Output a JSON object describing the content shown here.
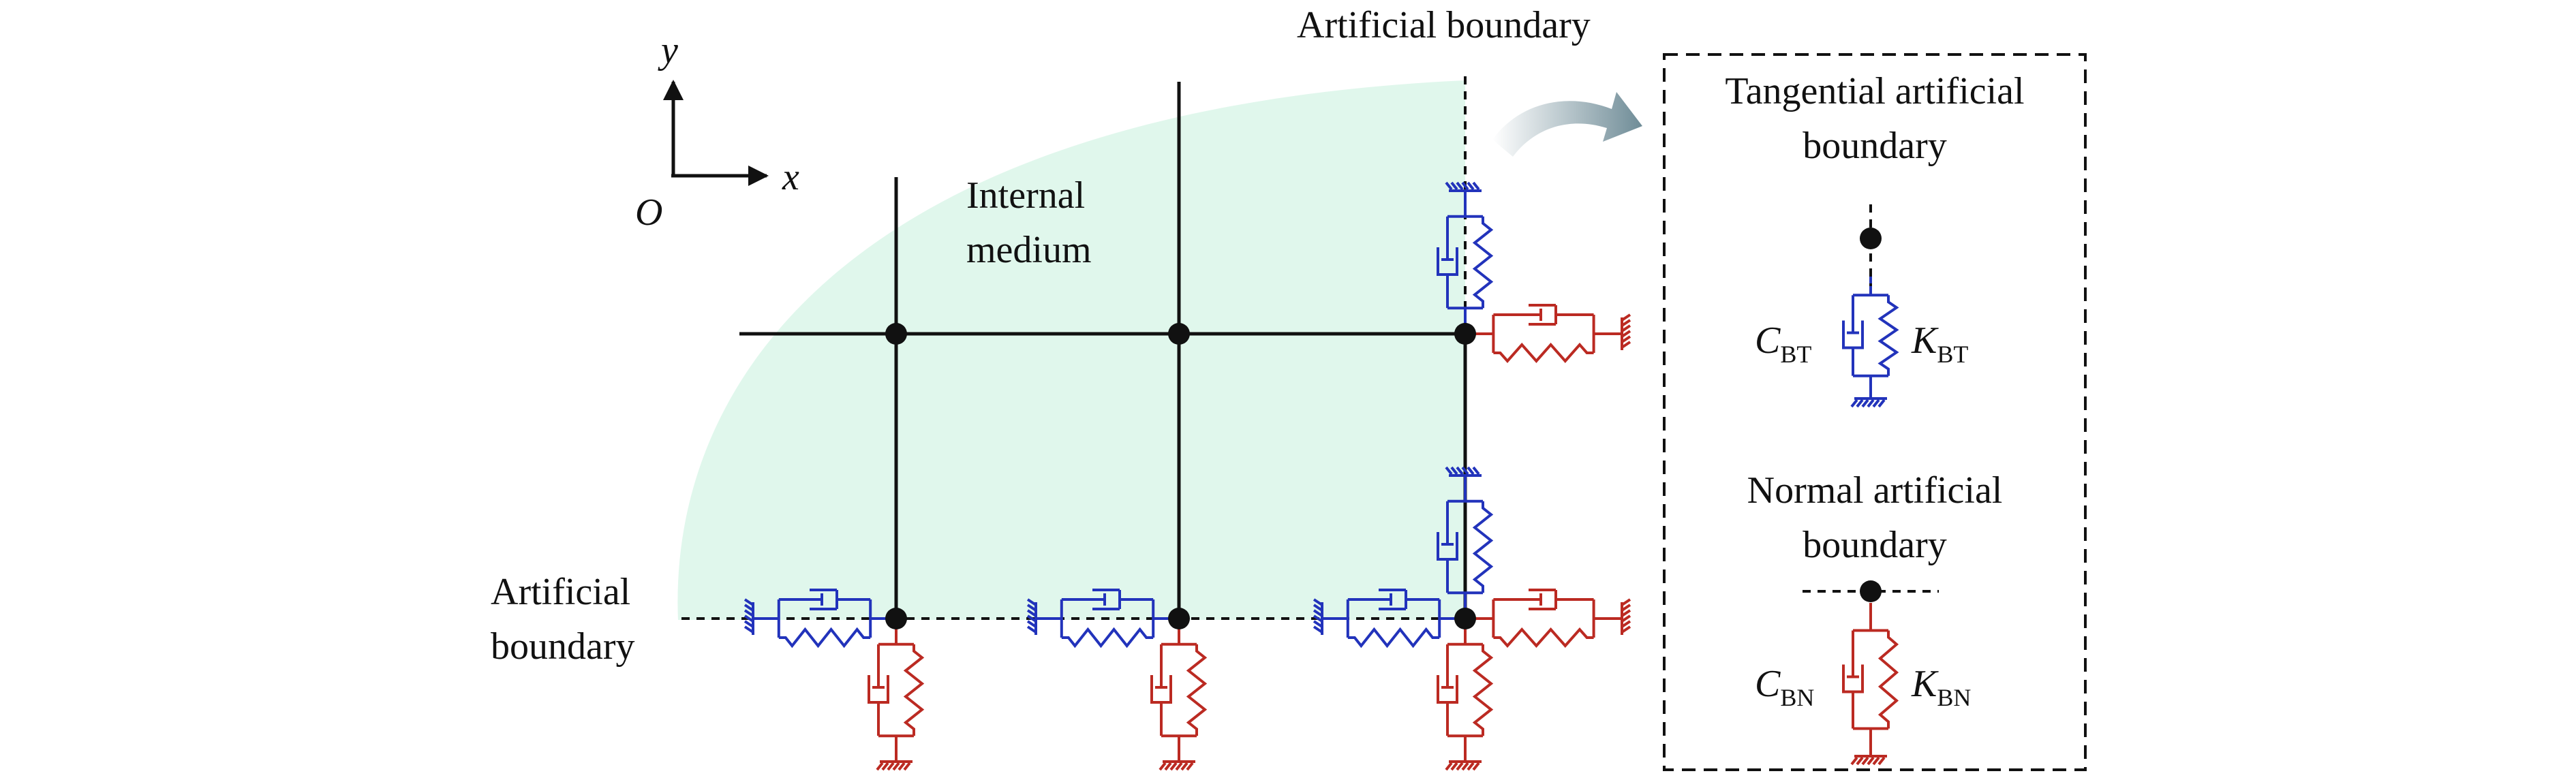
{
  "labels": {
    "artificial_boundary_top": "Artificial boundary",
    "artificial_boundary_left_1": "Artificial",
    "artificial_boundary_left_2": "boundary",
    "internal_medium_1": "Internal",
    "internal_medium_2": "medium",
    "axis_y": "y",
    "axis_x": "x",
    "origin": "O"
  },
  "legend": {
    "tangential_title_1": "Tangential artificial",
    "tangential_title_2": "boundary",
    "normal_title_1": "Normal artificial",
    "normal_title_2": "boundary",
    "c_bt": "C",
    "c_bt_sub": "BT",
    "k_bt": "K",
    "k_bt_sub": "BT",
    "c_bn": "C",
    "c_bn_sub": "BN",
    "k_bn": "K",
    "k_bn_sub": "BN"
  },
  "colors": {
    "medium_fill": "#e0f7ec",
    "tangential": "#2233bb",
    "normal": "#bb2a22",
    "line": "#111111",
    "arrow": "#6f8c97"
  }
}
